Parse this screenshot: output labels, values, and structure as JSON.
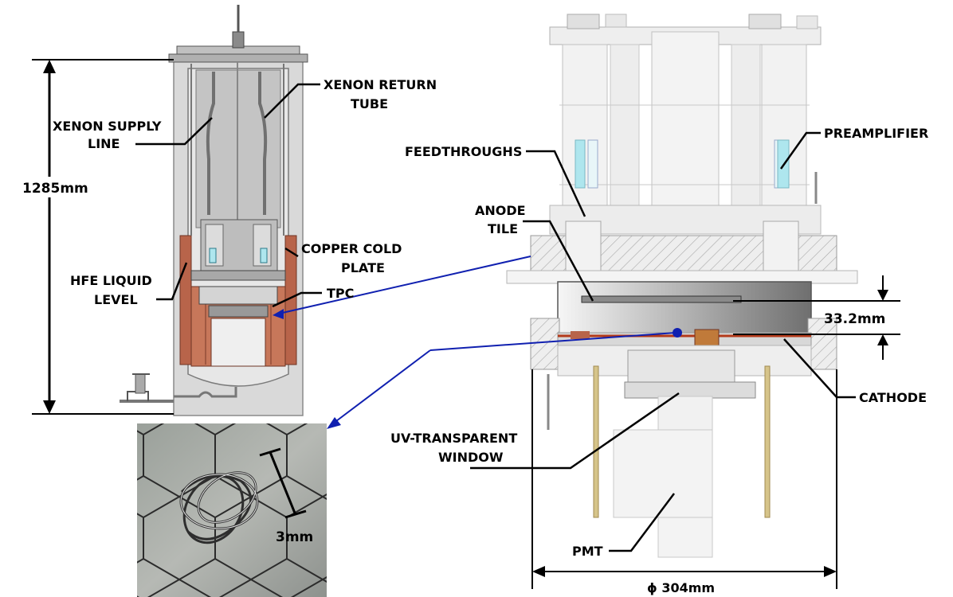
{
  "labels": {
    "xenon_supply_line": [
      "XENON SUPPLY",
      "LINE"
    ],
    "xenon_return_tube": [
      "XENON RETURN",
      "TUBE"
    ],
    "copper_cold_plate": [
      "COPPER COLD",
      "PLATE"
    ],
    "hfe_liquid_level": [
      "HFE LIQUID",
      "LEVEL"
    ],
    "tpc": "TPC",
    "feedthroughs": "FEEDTHROUGHS",
    "preamplifier": "PREAMPLIFIER",
    "anode_tile": [
      "ANODE",
      "TILE"
    ],
    "cathode": "CATHODE",
    "uv_window": [
      "UV-TRANSPARENT",
      "WINDOW"
    ],
    "pmt": "PMT"
  },
  "dimensions": {
    "cryostat_height": "1285mm",
    "drift_gap": "33.2mm",
    "diameter": "ϕ 304mm",
    "wire_scale": "3mm"
  },
  "colors": {
    "pointer_line": "#1020b0",
    "copper": "#b8644a",
    "vessel_gray": "#c8c8c8",
    "glass_cyan": "#aee6ee"
  }
}
